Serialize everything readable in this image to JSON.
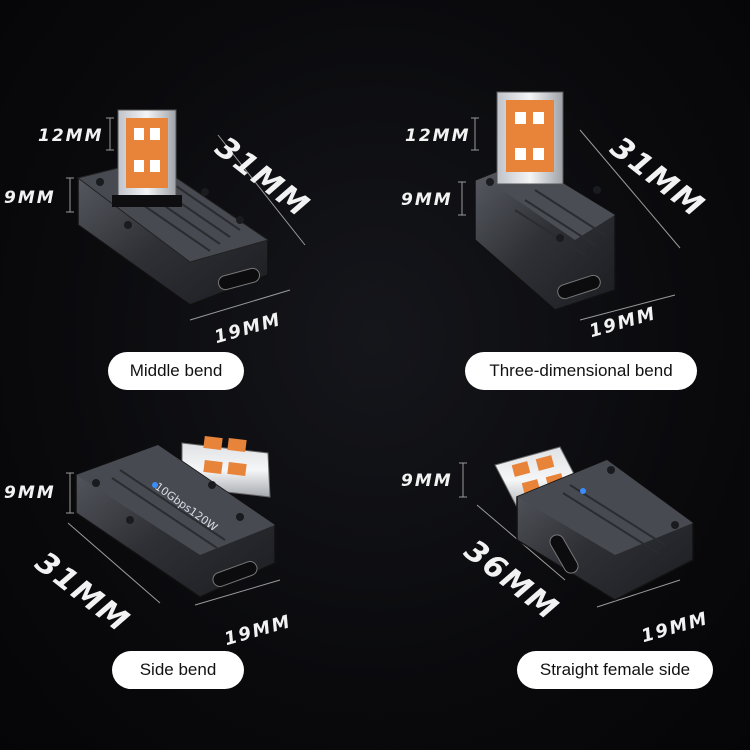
{
  "panels": [
    {
      "label": "Middle bend",
      "dims": {
        "usb_height": "12MM",
        "body_height": "9MM",
        "length": "31MM",
        "width": "19MM"
      }
    },
    {
      "label": "Three-dimensional bend",
      "dims": {
        "usb_height": "12MM",
        "body_height": "9MM",
        "length": "31MM",
        "width": "19MM"
      }
    },
    {
      "label": "Side bend",
      "dims": {
        "body_height": "9MM",
        "length": "31MM",
        "width": "19MM"
      },
      "chip_text": "10Gbps120W"
    },
    {
      "label": "Straight female side",
      "dims": {
        "body_height": "9MM",
        "length": "36MM",
        "width": "19MM"
      }
    }
  ],
  "colors": {
    "background": "#0a0a0d",
    "body_metal": "#3a3c42",
    "usb_tongue": "#e8833a",
    "led": "#3b8cff",
    "label_bg": "#ffffff"
  }
}
